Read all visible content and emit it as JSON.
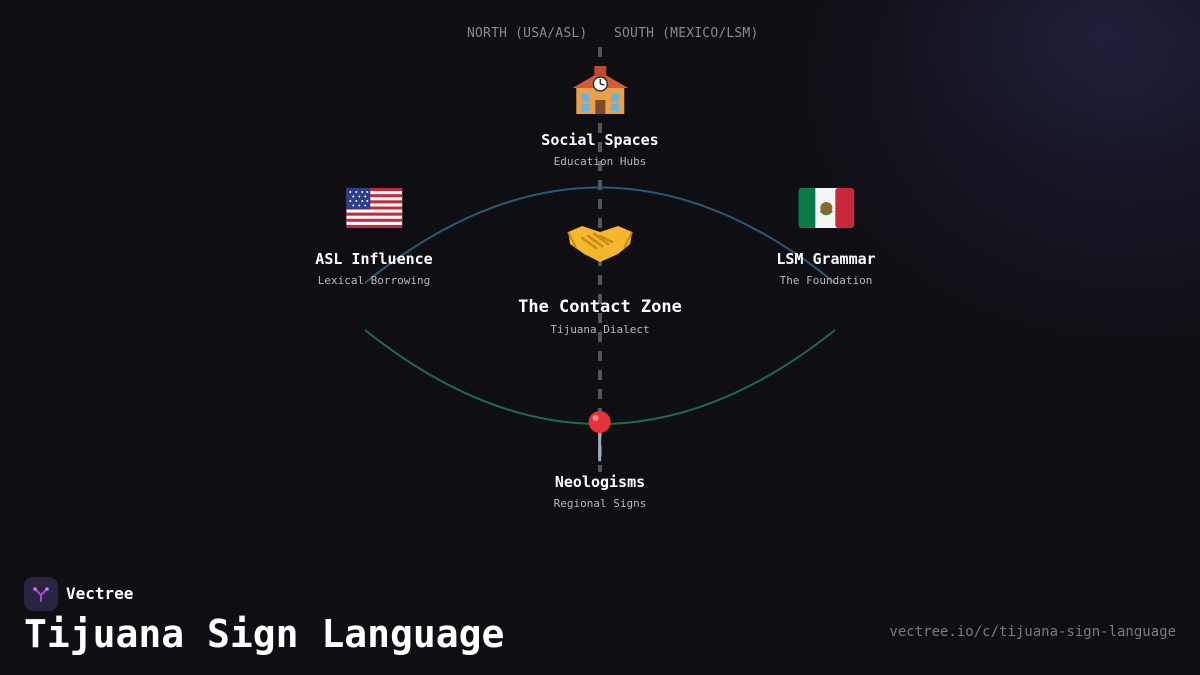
{
  "regions": {
    "north": "NORTH (USA/ASL)",
    "south": "SOUTH (MEXICO/LSM)"
  },
  "nodes": {
    "social": {
      "title": "Social Spaces",
      "subtitle": "Education Hubs",
      "icon": "school-icon"
    },
    "asl": {
      "title": "ASL Influence",
      "subtitle": "Lexical Borrowing",
      "icon": "us-flag-icon"
    },
    "lsm": {
      "title": "LSM Grammar",
      "subtitle": "The Foundation",
      "icon": "mexico-flag-icon"
    },
    "contact": {
      "title": "The Contact Zone",
      "subtitle": "Tijuana Dialect",
      "icon": "handshake-icon"
    },
    "neologisms": {
      "title": "Neologisms",
      "subtitle": "Regional Signs",
      "icon": "pin-icon"
    }
  },
  "footer": {
    "brand": "Vectree",
    "title": "Tijuana Sign Language",
    "url": "vectree.io/c/tijuana-sign-language"
  },
  "colors": {
    "background": "#0f0e13",
    "upper_arc": "#2a5a7a",
    "lower_arc": "#1f6a4a",
    "divider": "#55555c",
    "brand_accent": "#a64bd8"
  }
}
